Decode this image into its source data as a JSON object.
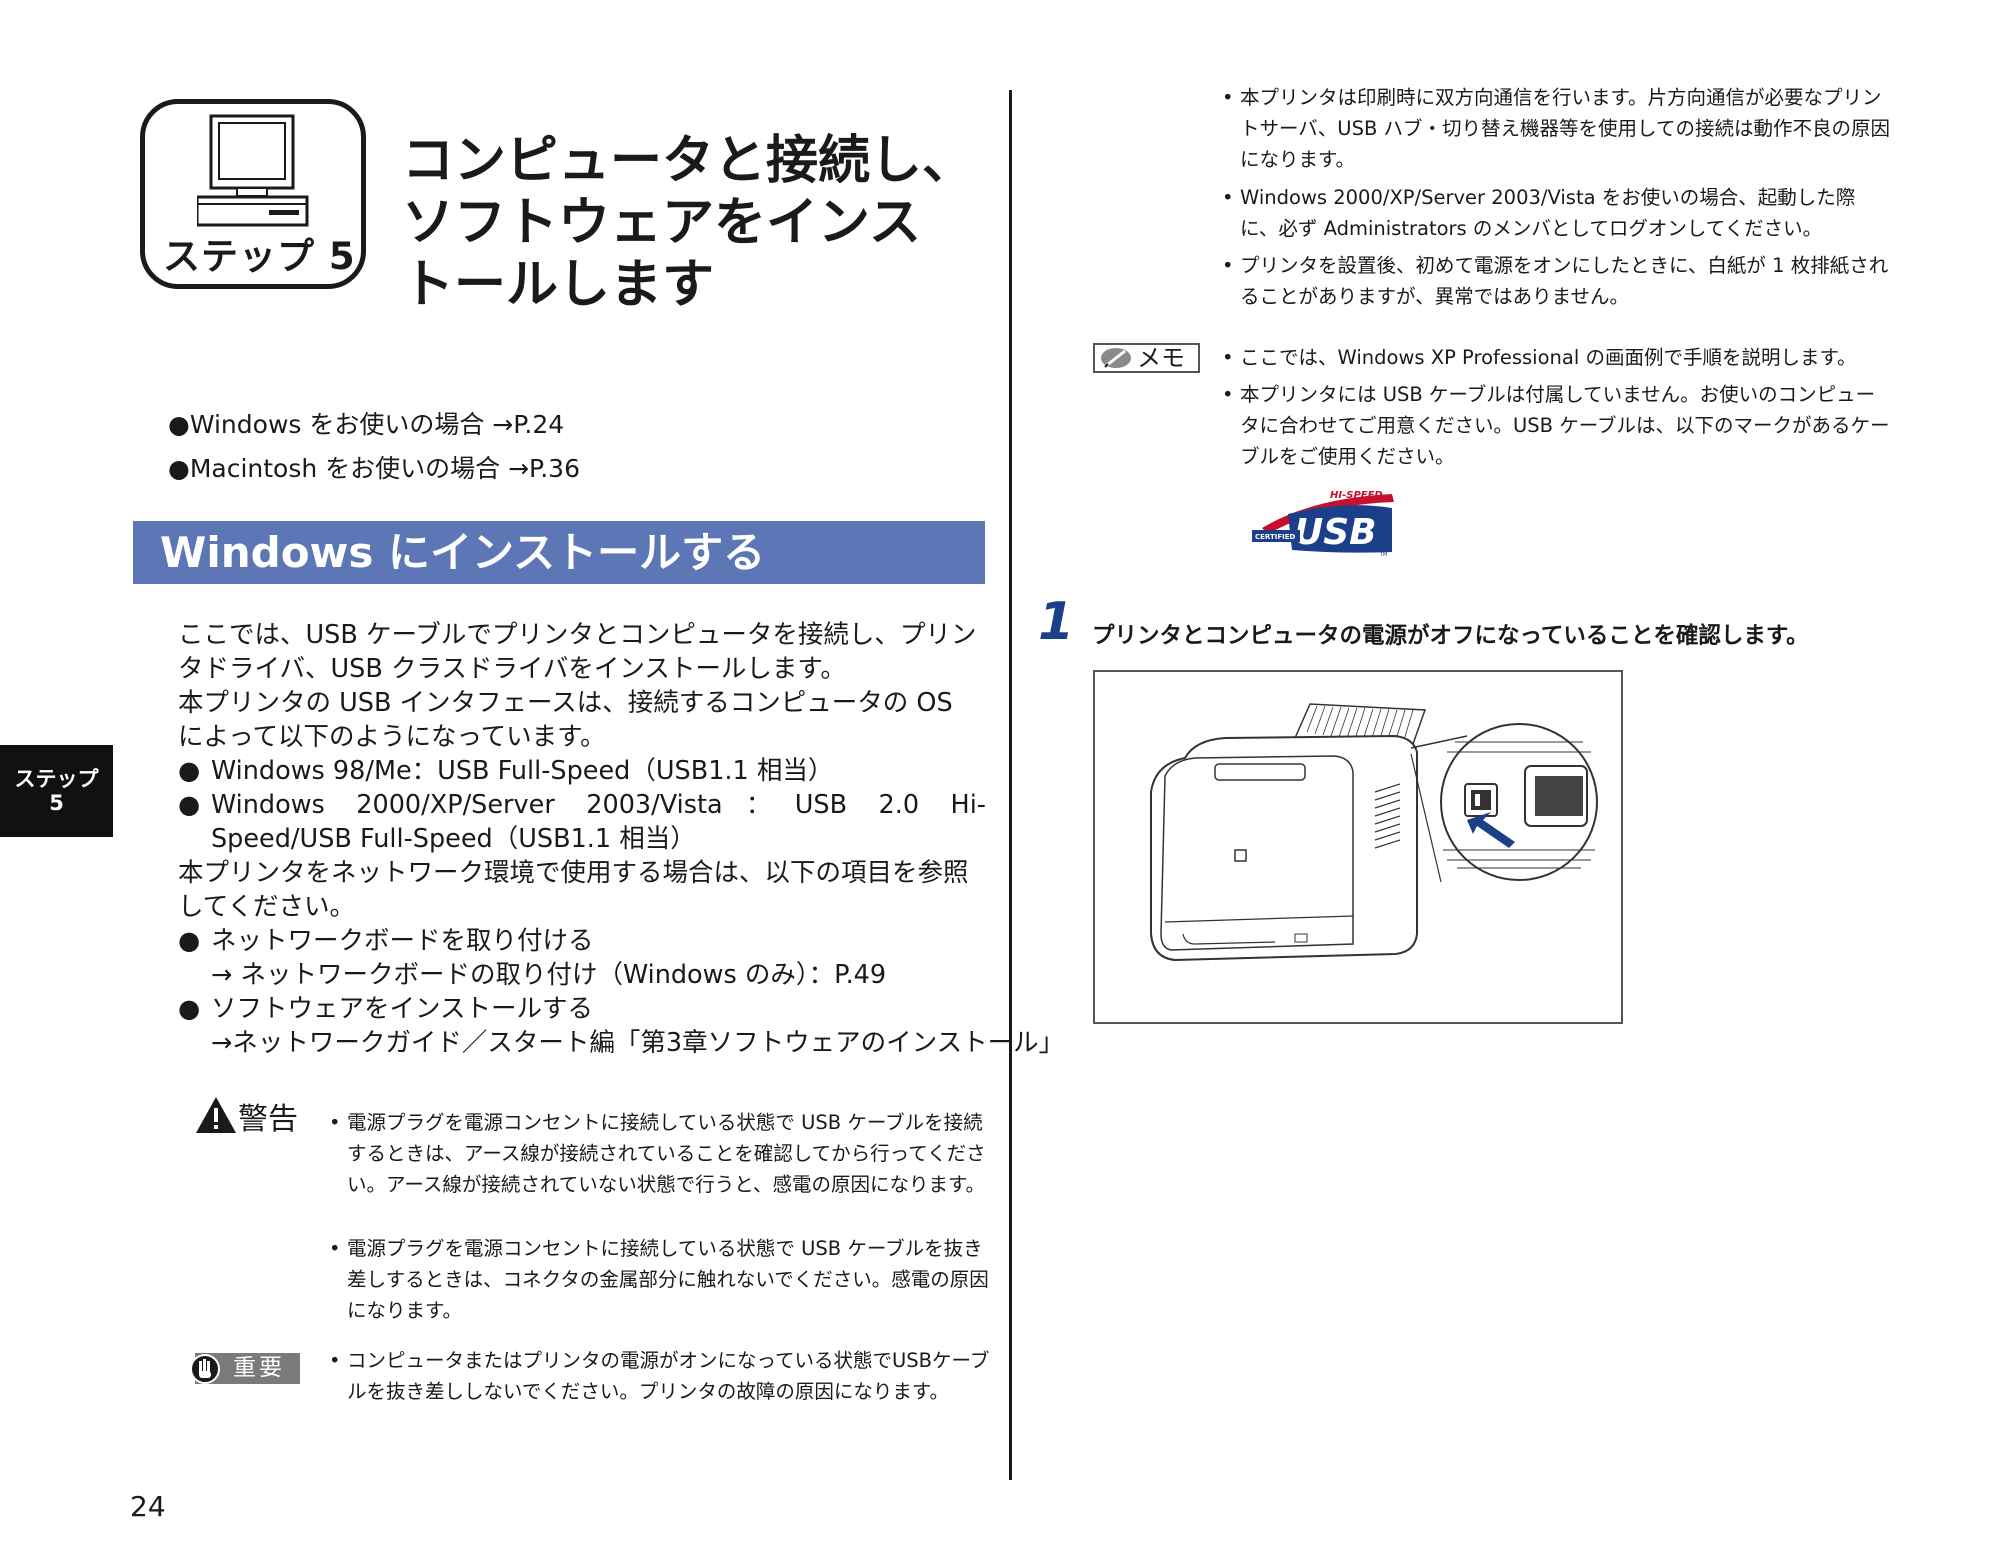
{
  "step_badge": {
    "label": "ステップ 5"
  },
  "title": "コンピュータと接続し、\nソフトウェアをインス\nトールします",
  "refs": [
    "●Windows をお使いの場合 →P.24",
    "●Macintosh をお使いの場合 →P.36"
  ],
  "section_header": "Windows にインストールする",
  "body": {
    "intro1": "ここでは、USB ケーブルでプリンタとコンピュータを接続し、プリンタドライバ、USB クラスドライバをインストールします。",
    "intro2": "本プリンタの USB インタフェースは、接続するコンピュータの OS によって以下のようになっています。",
    "os_items": [
      "Windows 98/Me：USB Full-Speed（USB1.1 相当）",
      "Windows 2000/XP/Server 2003/Vista：USB 2.0 Hi-Speed/USB Full-Speed（USB1.1 相当）"
    ],
    "network_intro": "本プリンタをネットワーク環境で使用する場合は、以下の項目を参照してください。",
    "network_items": [
      {
        "title": "ネットワークボードを取り付ける",
        "ref": "→ ネットワークボードの取り付け（Windows のみ）：P.49"
      },
      {
        "title": "ソフトウェアをインストールする",
        "ref": "→ネットワークガイド／スタート編「第3章ソフトウェアのインストール」"
      }
    ]
  },
  "bullet_char": "●",
  "small_bullet": "•",
  "warning": {
    "label": "警告",
    "items": [
      "電源プラグを電源コンセントに接続している状態で USB ケーブルを接続するときは、アース線が接続されていることを確認してから行ってください。アース線が接続されていない状態で行うと、感電の原因になります。",
      "電源プラグを電源コンセントに接続している状態で USB ケーブルを抜き差しするときは、コネクタの金属部分に触れないでください。感電の原因になります。"
    ]
  },
  "important": {
    "label": "重要",
    "items": [
      "コンピュータまたはプリンタの電源がオンになっている状態でUSBケーブルを抜き差ししないでください。プリンタの故障の原因になります。"
    ]
  },
  "page_number": "24",
  "side_tab": {
    "line1": "ステップ",
    "line2": "5"
  },
  "right_notes": [
    "本プリンタは印刷時に双方向通信を行います。片方向通信が必要なプリントサーバ、USB ハブ・切り替え機器等を使用しての接続は動作不良の原因になります。",
    "Windows 2000/XP/Server 2003/Vista をお使いの場合、起動した際に、必ず Administrators のメンバとしてログオンしてください。",
    "プリンタを設置後、初めて電源をオンにしたときに、白紙が 1 枚排紙されることがありますが、異常ではありません。"
  ],
  "memo": {
    "label": "メモ",
    "items": [
      "ここでは、Windows XP Professional の画面例で手順を説明します。",
      "本プリンタには USB ケーブルは付属していません。お使いのコンピュータに合わせてご用意ください。USB ケーブルは、以下のマークがあるケーブルをご使用ください。"
    ]
  },
  "usb_logo": {
    "top": "HI-SPEED",
    "left": "CERTIFIED",
    "main": "USB",
    "tm": "TM"
  },
  "step": {
    "number": "1",
    "instruction": "プリンタとコンピュータの電源がオフになっていることを確認します。"
  },
  "colors": {
    "section_header_bg": "#5d77b6",
    "step_number": "#1c3f8a",
    "arrow": "#1c3f8a"
  }
}
